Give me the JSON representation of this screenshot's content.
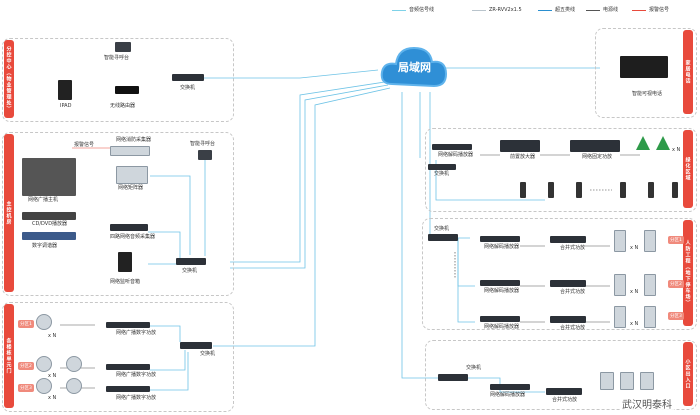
{
  "legend": [
    {
      "label": "音频信号线",
      "color": "#7fd2e8"
    },
    {
      "label": "ZR-RVV2x1.5",
      "color": "#b9c4cc"
    },
    {
      "label": "超五类线",
      "color": "#2a8fd0"
    },
    {
      "label": "电源线",
      "color": "#555555"
    },
    {
      "label": "报警信号",
      "color": "#e84a3c"
    }
  ],
  "cloud_label": "局域网",
  "zones": {
    "office": {
      "side": "分控中心（物业管理处）",
      "labels": {
        "mic": "智能寻呼台",
        "ipad": "IPAD",
        "router": "无线路由器",
        "switch": "交换机"
      }
    },
    "family": {
      "side": "家居电话",
      "labels": {
        "phone": "智能可视电话"
      }
    },
    "control": {
      "side": "主控机房",
      "labels": {
        "alarm": "报警信号",
        "fire": "网络消防采集器",
        "mic": "智能寻呼台",
        "host": "网络广播主机",
        "matrix": "网络矩阵器",
        "cd": "CD/DVD播放器",
        "tuner": "数字调谐器",
        "collector": "四路网络音频采集器",
        "switch": "交换机",
        "speaker": "网络监听音箱"
      }
    },
    "green": {
      "side": "绿化区域",
      "labels": {
        "decoder": "网络解码播放器",
        "amp": "前置放大器",
        "fixed": "网络固定功放",
        "switch": "交换机",
        "xn": "x N"
      }
    },
    "parking": {
      "side": "人防工程（地下停车场）",
      "labels": {
        "switch": "交换机",
        "decoder1": "网络解码播放器",
        "decoder2": "网络解码播放器",
        "decoder3": "网络解码播放器",
        "amp1": "合并式功放",
        "amp2": "合并式功放",
        "amp3": "合并式功放",
        "tag1": "分区1",
        "tag2": "分区2",
        "tag3": "分区3",
        "xn1": "x N",
        "xn2": "x N",
        "xn3": "x N"
      }
    },
    "building": {
      "side": "各楼栋单元门",
      "labels": {
        "tag1": "分区1",
        "tag2": "分区2",
        "tag3": "分区3",
        "amp1": "网络广播数字功放",
        "amp2": "网络广播数字功放",
        "amp3": "网络广播数字功放",
        "switch": "交换机",
        "xn1": "x N",
        "xn2": "x N",
        "xn3": "x N"
      }
    },
    "entrance": {
      "side": "小区出入口",
      "labels": {
        "switch": "交换机",
        "decoder": "网络解码播放器",
        "amp": "合并式功放"
      }
    }
  },
  "watermark": "武汉明泰科"
}
